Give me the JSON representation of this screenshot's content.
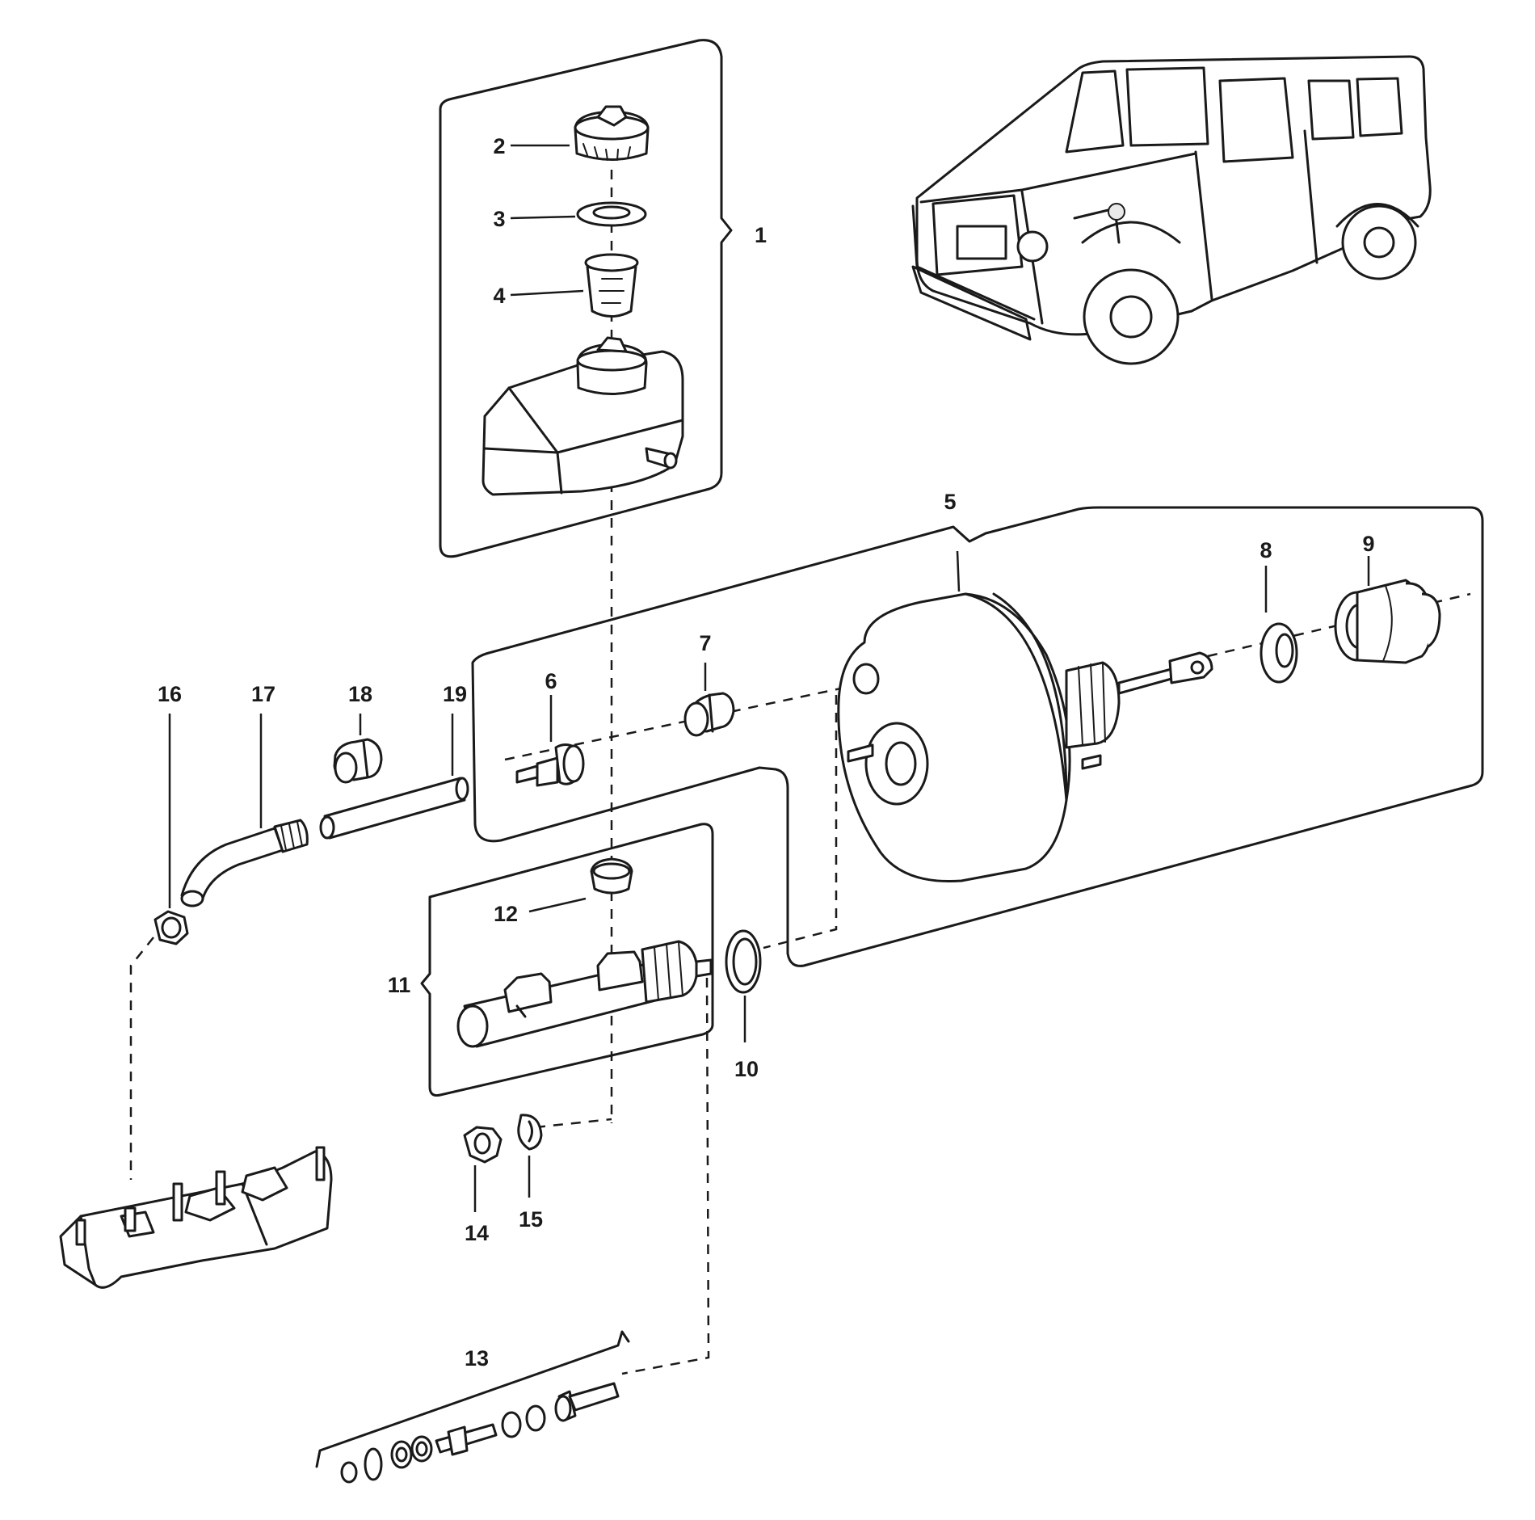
{
  "callouts": [
    {
      "id": "c1",
      "label": "1"
    },
    {
      "id": "c2",
      "label": "2"
    },
    {
      "id": "c3",
      "label": "3"
    },
    {
      "id": "c4",
      "label": "4"
    },
    {
      "id": "c5",
      "label": "5"
    },
    {
      "id": "c6",
      "label": "6"
    },
    {
      "id": "c7",
      "label": "7"
    },
    {
      "id": "c8",
      "label": "8"
    },
    {
      "id": "c9",
      "label": "9"
    },
    {
      "id": "c10",
      "label": "10"
    },
    {
      "id": "c11",
      "label": "11"
    },
    {
      "id": "c12",
      "label": "12"
    },
    {
      "id": "c13",
      "label": "13"
    },
    {
      "id": "c14",
      "label": "14"
    },
    {
      "id": "c15",
      "label": "15"
    },
    {
      "id": "c16",
      "label": "16"
    },
    {
      "id": "c17",
      "label": "17"
    },
    {
      "id": "c18",
      "label": "18"
    },
    {
      "id": "c19",
      "label": "19"
    }
  ],
  "colors": {
    "ink": "#1a1a1a",
    "paper": "#ffffff",
    "shade": "#e9e9e9"
  }
}
